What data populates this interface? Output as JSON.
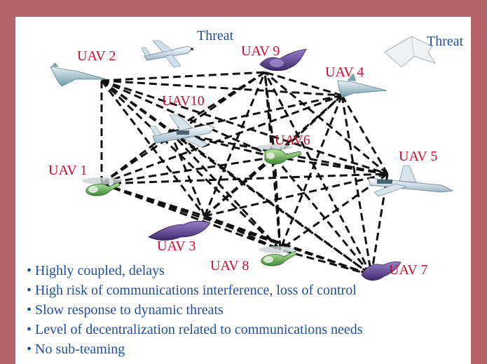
{
  "labels": {
    "uav1": "UAV 1",
    "uav2": "UAV 2",
    "uav3": "UAV 3",
    "uav4": "UAV 4",
    "uav5": "UAV 5",
    "uav6": "UAV6",
    "uav7": "UAV 7",
    "uav8": "UAV 8",
    "uav9": "UAV 9",
    "uav10": "UAV10",
    "threat_left": "Threat",
    "threat_right": "Threat"
  },
  "bullets": [
    "Highly coupled, delays",
    "High risk of communications interference, loss of control",
    "Slow response to dynamic threats",
    "Level of decentralization related to communications needs",
    "No sub-teaming"
  ],
  "colors": {
    "frame": "#b8636a",
    "uav_label": "#c8102e",
    "threat_label": "#1d4f9c",
    "bullet_text": "#1d4f9c",
    "link": "#111111"
  },
  "icons": {
    "uav1": "helicopter-icon",
    "uav2": "stealth-jet-icon",
    "uav3": "bat-wing-drone-icon",
    "uav4": "stealth-jet-icon",
    "uav5": "propeller-plane-icon",
    "uav6": "helicopter-icon",
    "uav7": "bat-wing-drone-icon",
    "uav8": "helicopter-icon",
    "uav9": "bat-wing-drone-icon",
    "uav10": "propeller-plane-icon",
    "threat_left": "propeller-plane-icon",
    "threat_right": "stealth-drone-icon"
  }
}
